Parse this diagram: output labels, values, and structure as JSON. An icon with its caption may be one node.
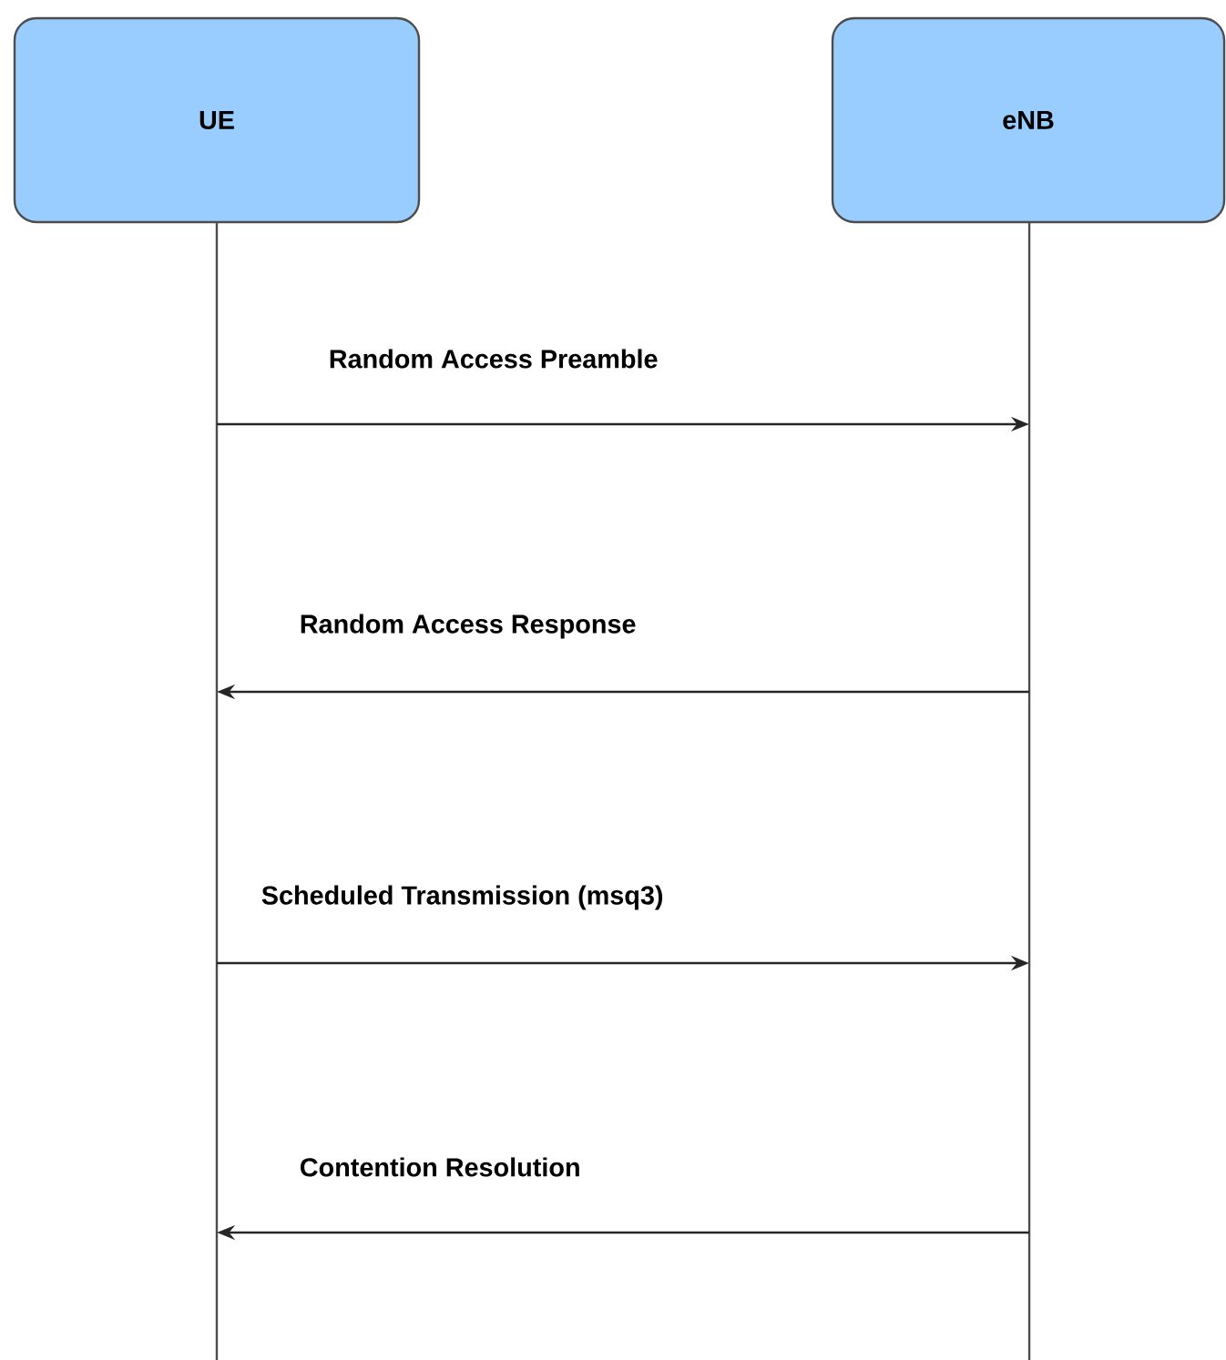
{
  "diagram": {
    "nodes": [
      {
        "text": [
          "UE"
        ]
      },
      {
        "text": [
          "eNB"
        ]
      },
      {
        "text": [],
        "shape": "bar"
      },
      {
        "text": [],
        "shape": "bar"
      }
    ],
    "edges": [
      {
        "from": 2,
        "to": 3,
        "arrow": "to",
        "label": "Random Access Preamble"
      },
      {
        "from": 3,
        "to": 2,
        "arrow": "to",
        "label": "Random Access Response"
      },
      {
        "from": 2,
        "to": 3,
        "arrow": "to",
        "label": "Scheduled Transmission (msq3)"
      },
      {
        "from": 3,
        "to": 2,
        "arrow": "to",
        "label": "Contention Resolution"
      }
    ]
  }
}
